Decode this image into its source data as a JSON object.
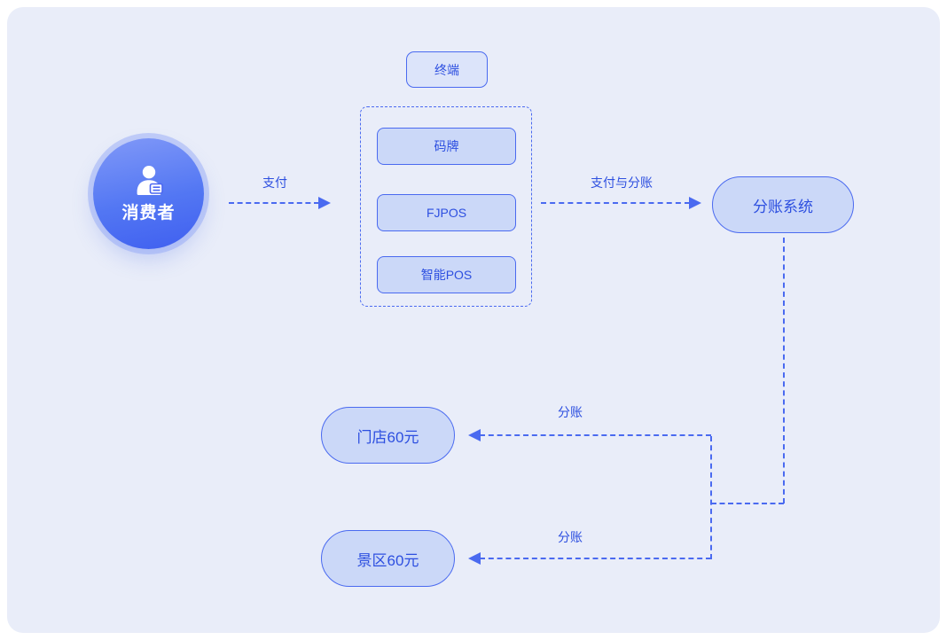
{
  "diagram": {
    "nodes": {
      "consumer": {
        "label": "消费者"
      },
      "split_system": {
        "label": "分账系统"
      },
      "store": {
        "label": "门店60元"
      },
      "scenic": {
        "label": "景区60元"
      }
    },
    "groups": {
      "terminal": {
        "title": "终端",
        "items": [
          "码牌",
          "FJPOS",
          "智能POS"
        ]
      }
    },
    "edges": {
      "pay": {
        "label": "支付"
      },
      "pay_split": {
        "label": "支付与分账"
      },
      "split_store": {
        "label": "分账"
      },
      "split_scenic": {
        "label": "分账"
      }
    },
    "colors": {
      "accent_blue": "#4a6af0",
      "node_fill": "#cbd8f8",
      "node_text": "#2d4fe0",
      "panel_bg": "#e9edf9",
      "consumer_gradient_start": "#8199f8",
      "consumer_gradient_end": "#3f5ff0"
    }
  }
}
